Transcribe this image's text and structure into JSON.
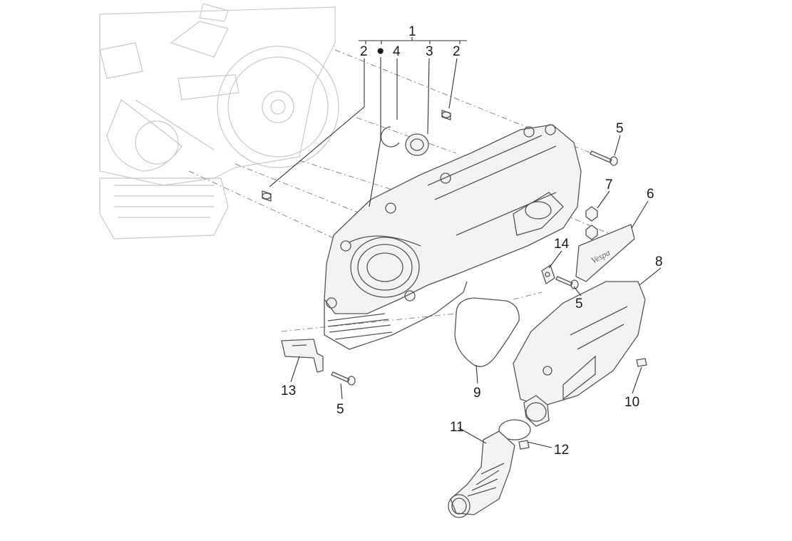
{
  "callouts": {
    "c1": "1",
    "c2a": "2",
    "c2b": "2",
    "c3": "3",
    "c4": "4",
    "c5a": "5",
    "c5b": "5",
    "c5c": "5",
    "c6": "6",
    "c7": "7",
    "c8": "8",
    "c9": "9",
    "c10": "10",
    "c11": "11",
    "c12": "12",
    "c13": "13",
    "c14": "14"
  },
  "marks": {
    "bullet": "●"
  },
  "plate_logo_text": "Vespa"
}
